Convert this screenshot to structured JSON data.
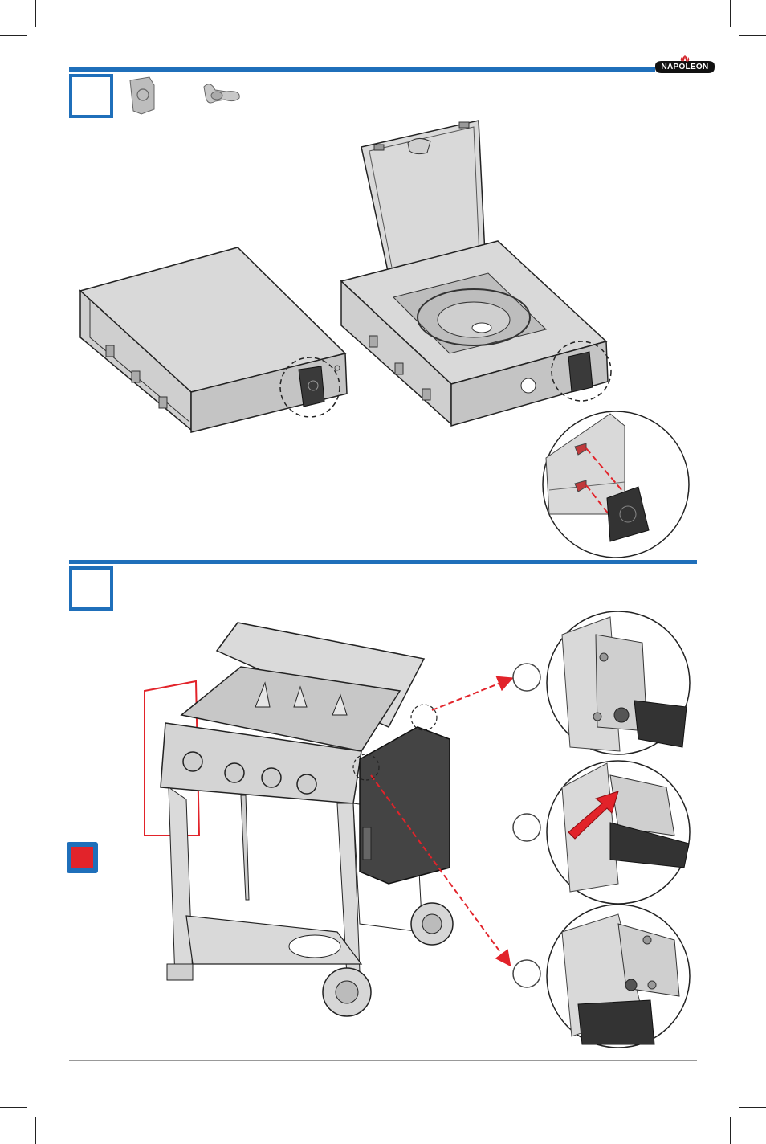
{
  "brand": {
    "name": "NAPOLEON",
    "flame_color": "#d32027"
  },
  "colors": {
    "step_blue": "#1f6fba",
    "accent_red": "#e2232a",
    "steel": "#d4d4d4",
    "dark_panel": "#444444"
  },
  "steps": [
    {
      "id": "step-1",
      "parts": [
        "handle-bracket-icon",
        "wing-nut-icon"
      ]
    },
    {
      "id": "step-2"
    }
  ]
}
